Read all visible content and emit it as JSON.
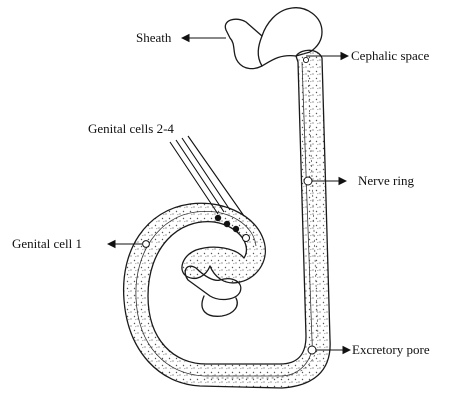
{
  "labels": {
    "sheath": "Sheath",
    "cephalic_space": "Cephalic space",
    "genital_cells_2_4": "Genital cells 2-4",
    "nerve_ring": "Nerve ring",
    "genital_cell_1": "Genital cell 1",
    "excretory_pore": "Excretory pore"
  },
  "colors": {
    "line": "#1a1a1a",
    "stipple": "#444444",
    "cell_fill": "#111111",
    "background": "#ffffff"
  }
}
